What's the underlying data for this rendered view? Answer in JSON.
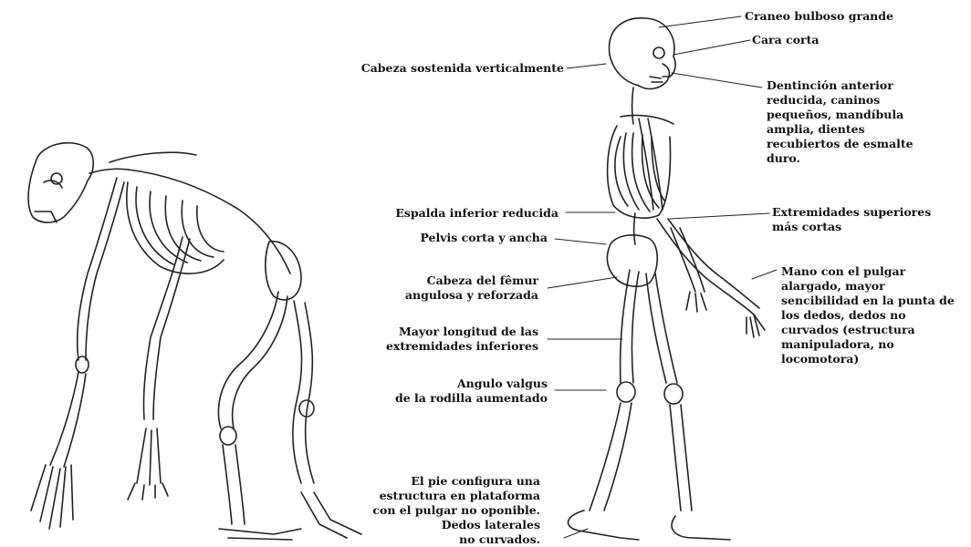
{
  "labels": {
    "craneo": "Craneo bulboso grande",
    "cara": "Cara corta",
    "cabeza": "Cabeza sostenida verticalmente",
    "denticion": "Dentinción anterior\nreducida, caninos\npequeños, mandíbula\namplia, dientes\nrecubiertos de esmalte\nduro.",
    "espalda": "Espalda inferior reducida",
    "extremidades_sup": "Extremidades superiores\nmás cortas",
    "pelvis": "Pelvis corta y ancha",
    "mano": "Mano con el pulgar\nalargado, mayor\nsencibilidad en la punta de\nlos dedos, dedos no\ncurvados (estructura\nmanipuladora, no\nlocomotora)",
    "femur": "Cabeza del fêmur\nangulosa y reforzada",
    "extremidades_inf": "Mayor longitud de las\nextremidades inferiores",
    "valgus": "Angulo valgus\nde la rodilla aumentado",
    "pie": "El pie configura una\nestructura en plataforma\ncon el pulgar no oponible.\nDedos laterales\nno curvados."
  }
}
